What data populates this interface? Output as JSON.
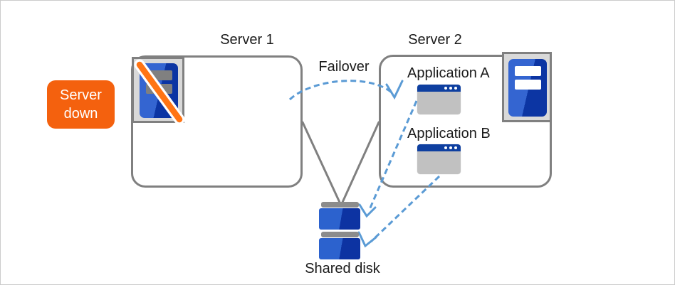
{
  "diagram": {
    "badge": {
      "line1": "Server",
      "line2": "down"
    },
    "server1": {
      "label": "Server 1"
    },
    "server2": {
      "label": "Server 2",
      "app_a_label": "Application A",
      "app_b_label": "Application B"
    },
    "failover_label": "Failover",
    "shared_disk_label": "Shared disk"
  },
  "icons": {
    "server1_icon": "server-down-icon",
    "server2_icon": "server-icon",
    "app_window_icon": "application-window-icon",
    "shared_disk_icon": "disk-stack-icon"
  },
  "colors": {
    "canvas-border": "#CBCBCB",
    "box-border": "#808080",
    "accent-blue": "#5B9BD5",
    "badge-orange": "#F4610E",
    "slash-orange": "#FF7414",
    "frame-gray": "#D9D9D9",
    "icon-blue-light": "#3465D1",
    "icon-blue-dark": "#0C35A3",
    "titlebar-blue": "#0E3FA0",
    "app-body-gray": "#C1C1C1",
    "disk-cap-gray": "#8C8C8C",
    "bar-gray": "#808080",
    "text-color": "#1A1A1A"
  }
}
